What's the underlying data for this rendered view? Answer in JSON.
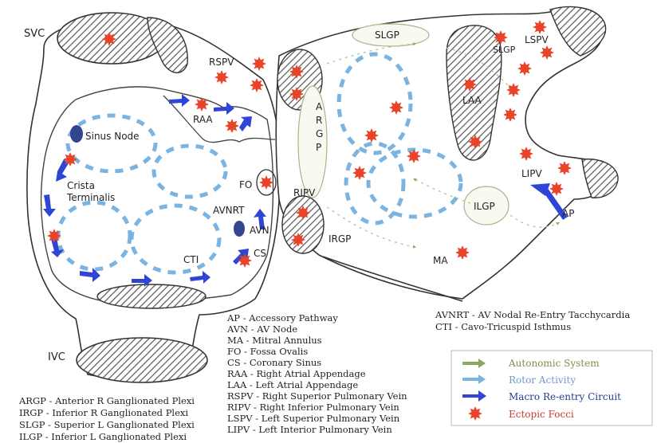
{
  "diagram": {
    "labels": {
      "svc": "SVC",
      "ivc": "IVC",
      "sinus_node": "Sinus Node",
      "crista_1": "Crista",
      "crista_2": "Terminalis",
      "raa": "RAA",
      "rspv": "RSPV",
      "argp_a": "A",
      "argp_r": "R",
      "argp_g": "G",
      "argp_p": "P",
      "ripv": "RIPV",
      "irgp": "IRGP",
      "slgp": "SLGP",
      "slgp_small": "SLGP",
      "lspv": "LSPV",
      "laa": "LAA",
      "lipv": "LIPV",
      "ilgp": "ILGP",
      "ap": "AP",
      "ma": "MA",
      "fo": "FO",
      "avnrt": "AVNRT",
      "avn": "AVN",
      "cs": "CS",
      "cti": "CTI"
    }
  },
  "abbreviations": {
    "column_left": [
      "ARGP - Anterior R Ganglionated Plexi",
      "IRGP - Inferior R Ganglionated Plexi",
      "SLGP - Superior L Ganglionated Plexi",
      "ILGP - Inferior L Ganglionated Plexi"
    ],
    "column_middle": [
      "AP - Accessory Pathway",
      "AVN - AV Node",
      "MA - Mitral Annulus",
      "FO - Fossa Ovalis",
      "CS - Coronary Sinus",
      "RAA - Right Atrial Appendage",
      "LAA - Left Atrial Appendage",
      "RSPV - Right Superior Pulmonary Vein",
      "RIPV - Right Inferior Pulmonary Vein",
      "LSPV - Left Superior Pulmonary Vein",
      "LIPV - Left Interior Pulmonary Vein"
    ],
    "column_right": [
      "AVNRT - AV Nodal Re-Entry Tacchycardia",
      "CTI - Cavo-Tricuspid Isthmus"
    ]
  },
  "key": {
    "items": [
      {
        "label": "Autonomic System",
        "color": "#8aa860",
        "icon": "green-arrow-icon"
      },
      {
        "label": "Rotor Activity",
        "color": "#7bb4e0",
        "icon": "light-blue-arrow-icon"
      },
      {
        "label": "Macro Re-entry Circuit",
        "color": "#2f45d6",
        "icon": "dark-blue-arrow-icon"
      },
      {
        "label": "Ectopic Focci",
        "color": "#e8442a",
        "icon": "red-star-icon"
      }
    ],
    "text_colors": [
      "#8a8a4a",
      "#6f9ccc",
      "#2c3a8c",
      "#c0432c"
    ]
  },
  "colors": {
    "outline": "#333333",
    "hatch": "#555555",
    "rotor": "#7bb4e0",
    "macro": "#2f45d6",
    "ectopic": "#e8442a",
    "autonomic": "#b8c890"
  }
}
